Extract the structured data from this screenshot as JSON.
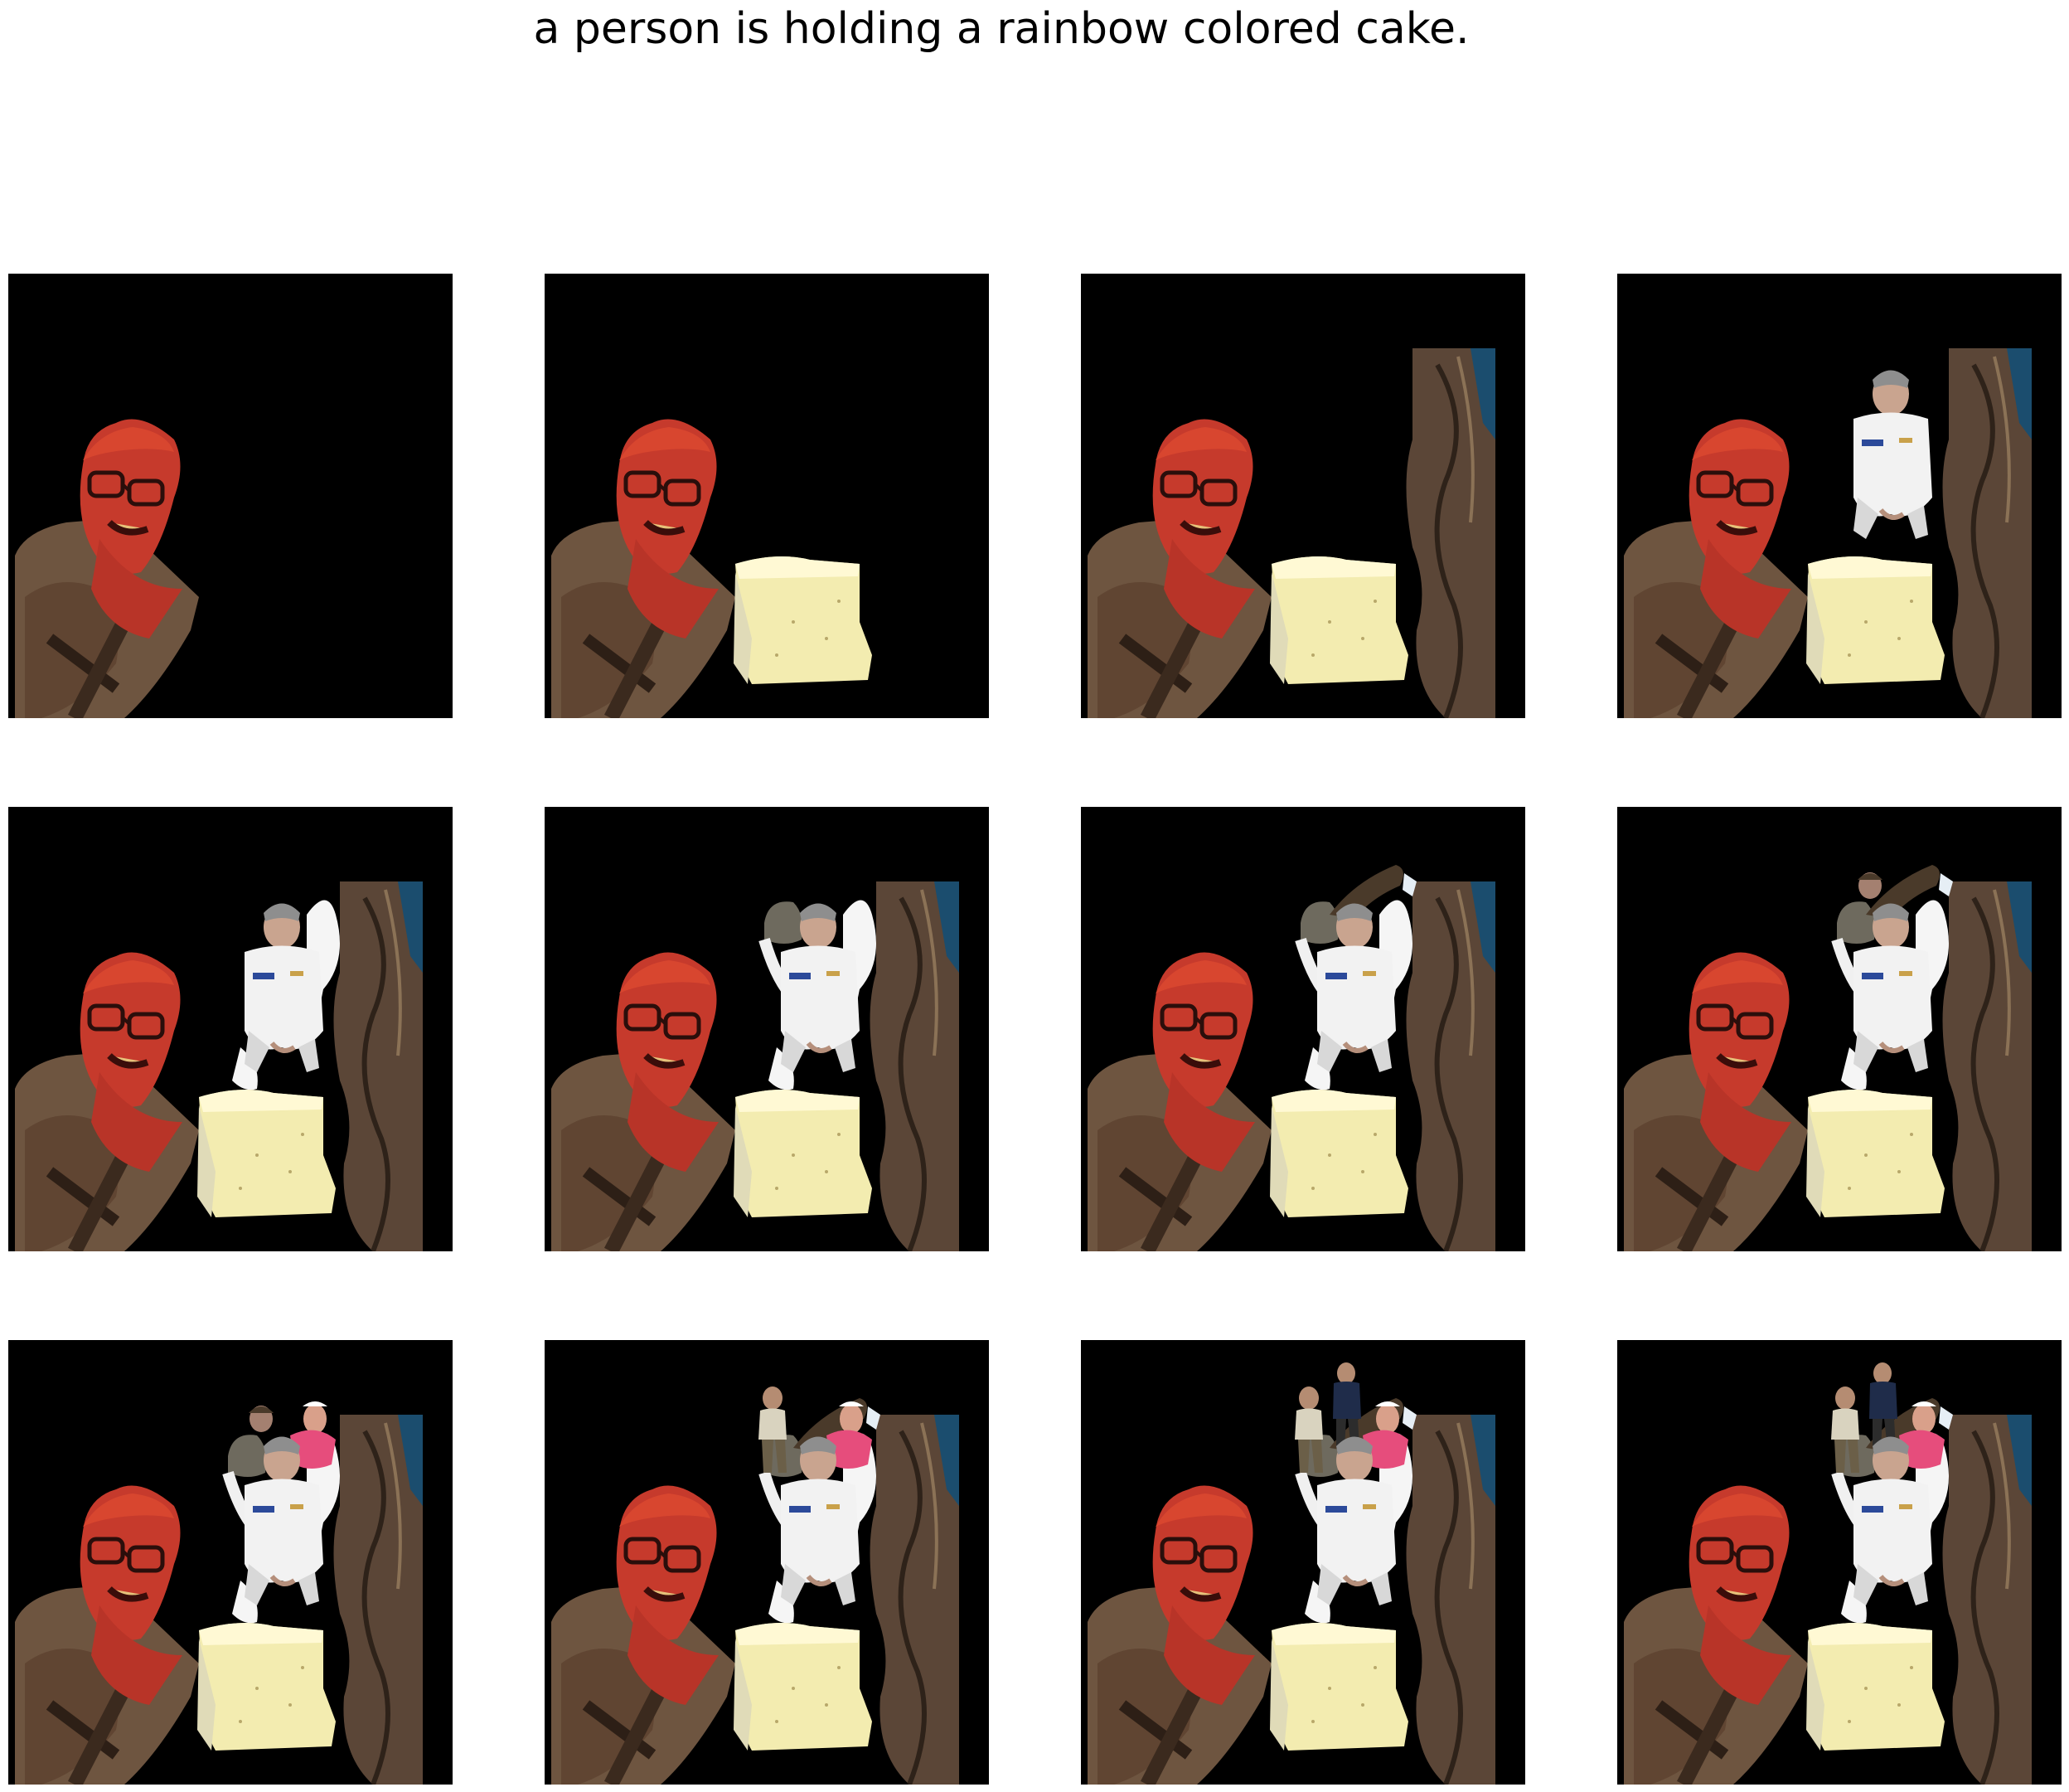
{
  "title": "a person is holding a rainbow colored cake.",
  "grid": {
    "rows": 3,
    "cols": 4,
    "background_color": "#000000",
    "panels": [
      {
        "layers": [
          "person-red-face"
        ]
      },
      {
        "layers": [
          "person-red-face",
          "cake-slice"
        ]
      },
      {
        "layers": [
          "person-red-face",
          "cake-slice",
          "brown-coat"
        ]
      },
      {
        "layers": [
          "person-red-face",
          "cake-slice",
          "brown-coat",
          "man-white-uniform"
        ]
      },
      {
        "layers": [
          "person-red-face",
          "cake-slice",
          "brown-coat",
          "man-white-uniform",
          "white-shape"
        ]
      },
      {
        "layers": [
          "person-red-face",
          "cake-slice",
          "brown-coat",
          "man-white-uniform",
          "white-shape",
          "gray-rock"
        ]
      },
      {
        "layers": [
          "person-red-face",
          "cake-slice",
          "brown-coat",
          "man-white-uniform",
          "white-shape",
          "gray-rock",
          "brown-branch"
        ]
      },
      {
        "layers": [
          "person-red-face",
          "cake-slice",
          "brown-coat",
          "man-white-uniform",
          "white-shape",
          "gray-rock",
          "brown-branch",
          "small-head"
        ]
      },
      {
        "layers": [
          "person-red-face",
          "cake-slice",
          "brown-coat",
          "man-white-uniform",
          "white-shape",
          "gray-rock",
          "small-head",
          "pink-shirt-man"
        ]
      },
      {
        "layers": [
          "person-red-face",
          "cake-slice",
          "brown-coat",
          "man-white-uniform",
          "white-shape",
          "gray-rock",
          "brown-branch",
          "pink-shirt-man",
          "man-khaki"
        ]
      },
      {
        "layers": [
          "person-red-face",
          "cake-slice",
          "brown-coat",
          "man-white-uniform",
          "white-shape",
          "gray-rock",
          "brown-branch",
          "pink-shirt-man",
          "man-khaki",
          "man-navy"
        ]
      },
      {
        "layers": [
          "person-red-face",
          "cake-slice",
          "brown-coat",
          "man-white-uniform",
          "white-shape",
          "gray-rock",
          "brown-branch",
          "pink-shirt-man",
          "man-khaki",
          "man-navy"
        ]
      }
    ]
  }
}
